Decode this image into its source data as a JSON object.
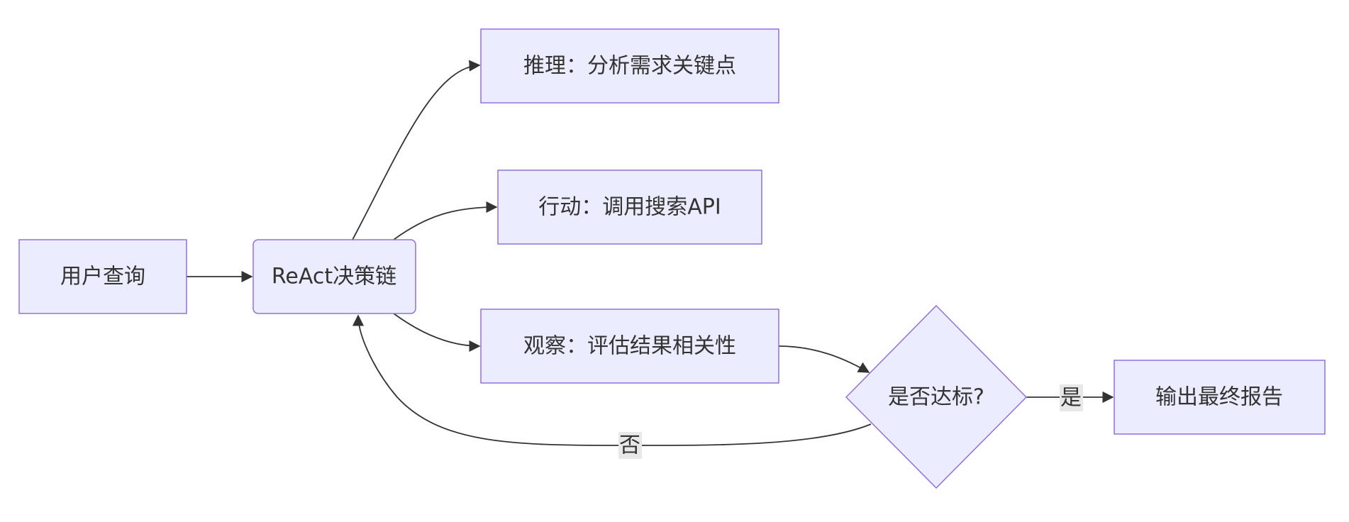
{
  "diagram": {
    "type": "flowchart",
    "nodes": {
      "user_query": "用户查询",
      "react_chain": "ReAct决策链",
      "reasoning": "推理：分析需求关键点",
      "action": "行动：调用搜索API",
      "observation": "观察：评估结果相关性",
      "check": "是否达标?",
      "output": "输出最终报告"
    },
    "edges": {
      "yes_label": "是",
      "no_label": "否"
    },
    "colors": {
      "node_fill": "#ECECFF",
      "node_stroke": "#9370DB",
      "edge": "#333333",
      "label_bg": "#e8e8e8"
    }
  }
}
